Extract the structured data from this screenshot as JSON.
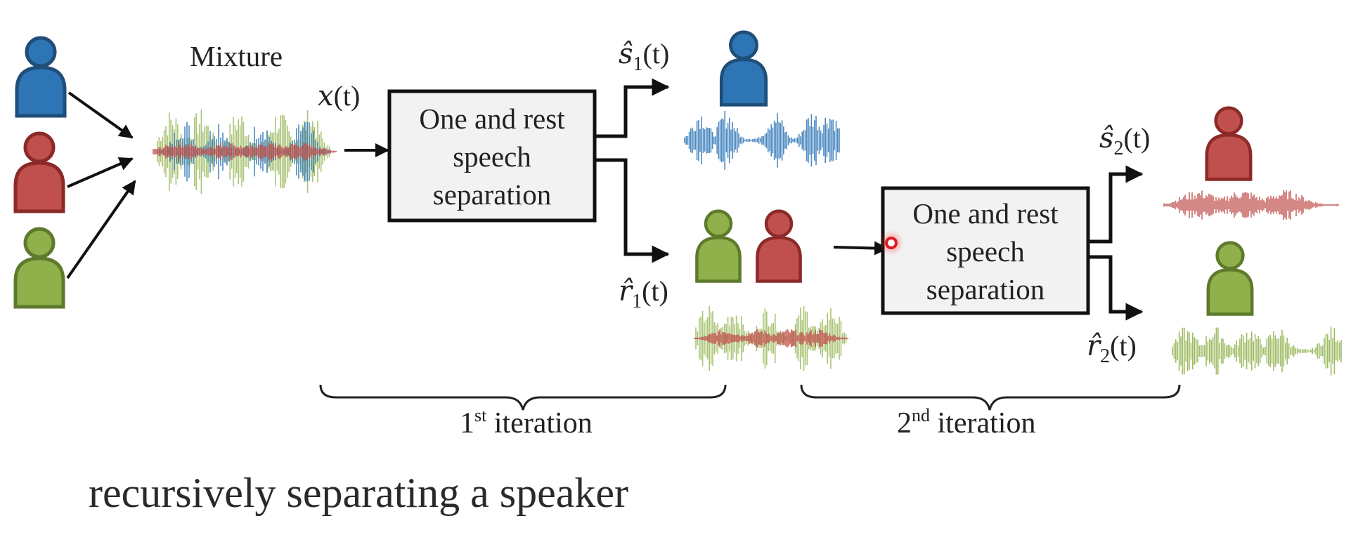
{
  "diagram": {
    "mixture_label": "Mixture",
    "input_label": {
      "main": "x",
      "arg": "(t)"
    },
    "block1": {
      "lines": [
        "One and rest",
        "speech",
        "separation"
      ]
    },
    "block2": {
      "lines": [
        "One and rest",
        "speech",
        "separation"
      ]
    },
    "out_s1": {
      "main": "ŝ",
      "sub": "1",
      "arg": "(t)"
    },
    "out_r1": {
      "main": "r̂",
      "sub": "1",
      "arg": "(t)"
    },
    "out_s2": {
      "main": "ŝ",
      "sub": "2",
      "arg": "(t)"
    },
    "out_r2": {
      "main": "r̂",
      "sub": "2",
      "arg": "(t)"
    },
    "iteration1": {
      "num": "1",
      "sup": "st",
      "word": " iteration"
    },
    "iteration2": {
      "num": "2",
      "sup": "nd",
      "word": " iteration"
    },
    "caption": "recursively separating a speaker"
  },
  "colors": {
    "speaker_blue": "#2e75b6",
    "speaker_red": "#c0504d",
    "speaker_green": "#8fb04a",
    "outline_blue": "#1f4e79",
    "outline_red": "#8b2a28",
    "outline_green": "#5e7a2c",
    "box_fill": "#f2f2f2",
    "cursor": "#e41a1c"
  },
  "icons": [
    "person-icon",
    "waveform-icon",
    "cursor-indicator-icon"
  ]
}
